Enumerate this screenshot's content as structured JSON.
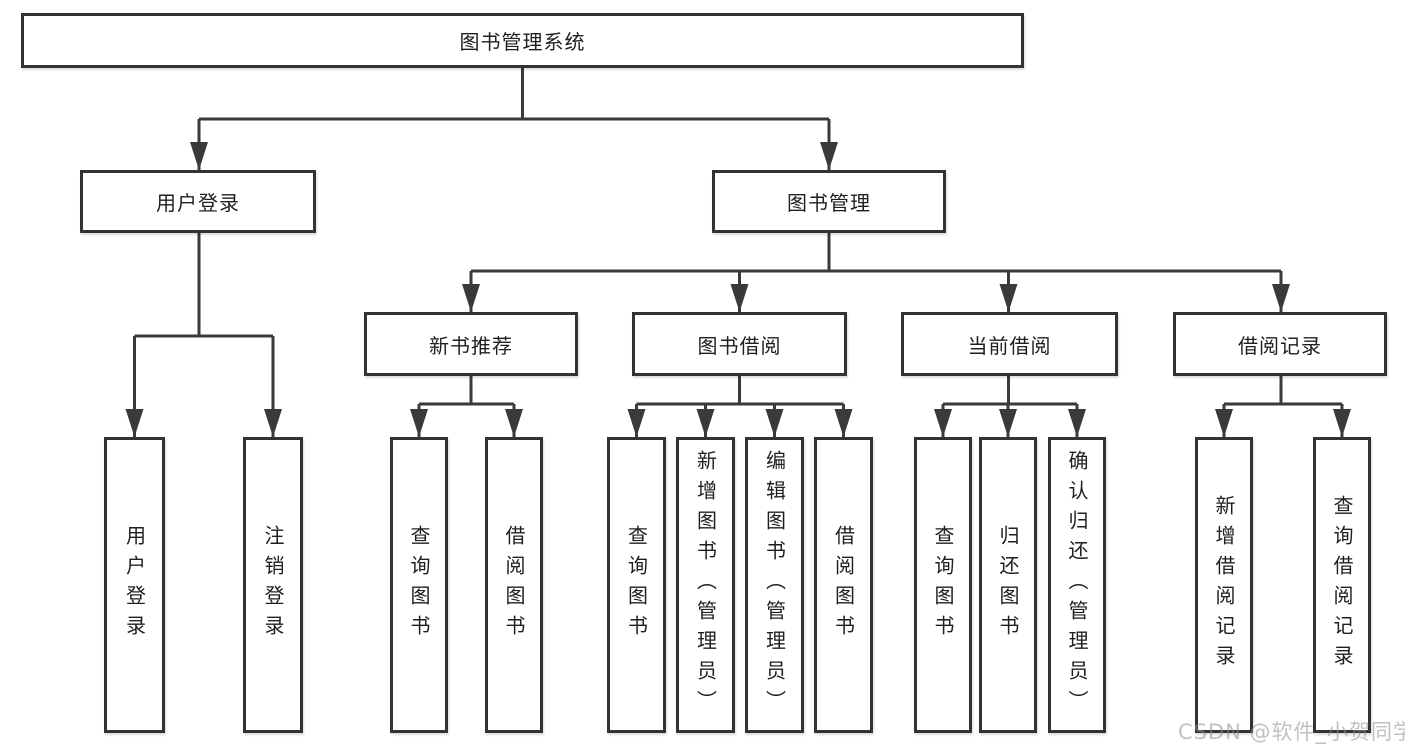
{
  "diagram_title": "图书管理系统",
  "tree": {
    "label": "图书管理系统",
    "children": [
      {
        "label": "用户登录",
        "children": [
          {
            "label": "用户登录"
          },
          {
            "label": "注销登录"
          }
        ]
      },
      {
        "label": "图书管理",
        "children": [
          {
            "label": "新书推荐",
            "children": [
              {
                "label": "查询图书"
              },
              {
                "label": "借阅图书"
              }
            ]
          },
          {
            "label": "图书借阅",
            "children": [
              {
                "label": "查询图书"
              },
              {
                "label": "新增图书（管理员）"
              },
              {
                "label": "编辑图书（管理员）"
              },
              {
                "label": "借阅图书"
              }
            ]
          },
          {
            "label": "当前借阅",
            "children": [
              {
                "label": "查询图书"
              },
              {
                "label": "归还图书"
              },
              {
                "label": "确认归还（管理员）"
              }
            ]
          },
          {
            "label": "借阅记录",
            "children": [
              {
                "label": "新增借阅记录"
              },
              {
                "label": "查询借阅记录"
              }
            ]
          }
        ]
      }
    ]
  },
  "watermark": {
    "text": "CSDN @软件_小贺同学"
  },
  "colors": {
    "line": "#3a3a3a",
    "box_border": "#333333",
    "box_fill": "#ffffff",
    "text": "#1f1f1f",
    "watermark": "#8f8f8f",
    "background": "#ffffff"
  }
}
